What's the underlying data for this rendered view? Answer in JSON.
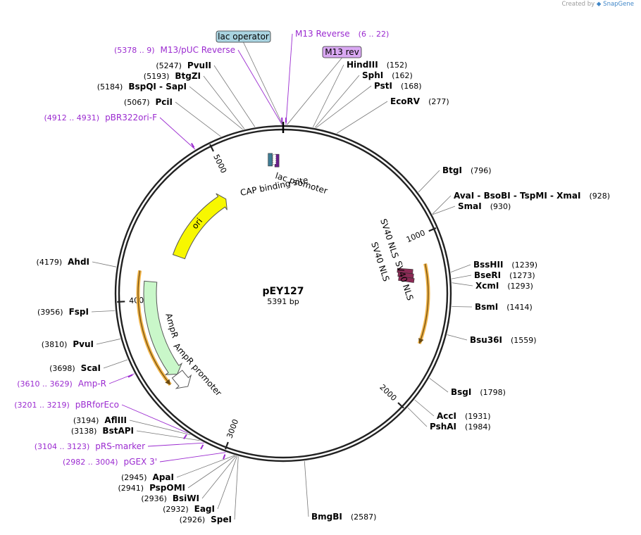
{
  "credit": {
    "prefix": "Created by",
    "brand": "SnapGene"
  },
  "plasmid": {
    "name": "pEY127",
    "size": "5391 bp",
    "length": 5391
  },
  "colors": {
    "primer": "#9b2bd0",
    "ori": "#f7f700",
    "ampr": "#c9f7c9",
    "orf": "#f0b347",
    "nls": "#8b2a55",
    "lac_operator_box": "#a9d3e0",
    "m13rev_box": "#d9a8f2",
    "promoter_box": "#ffffff",
    "cap_box": "#3e7c94",
    "lac_promoter_box": "#6a1f8a"
  },
  "ticks": [
    {
      "label": "1000",
      "bp": 1000
    },
    {
      "label": "2000",
      "bp": 2000
    },
    {
      "label": "3000",
      "bp": 3000
    },
    {
      "label": "4000",
      "bp": 4000
    },
    {
      "label": "5000",
      "bp": 5000
    }
  ],
  "sites_right": [
    {
      "name": "HindIII",
      "pos": "(152)",
      "bp": 152
    },
    {
      "name": "SphI",
      "pos": "(162)",
      "bp": 162
    },
    {
      "name": "PstI",
      "pos": "(168)",
      "bp": 168
    },
    {
      "name": "EcoRV",
      "pos": "(277)",
      "bp": 277
    },
    {
      "name": "BtgI",
      "pos": "(796)",
      "bp": 796
    },
    {
      "name": "AvaI  - BsoBI  - TspMI  - XmaI",
      "pos": "(928)",
      "bp": 928
    },
    {
      "name": "SmaI",
      "pos": "(930)",
      "bp": 930
    },
    {
      "name": "BssHII",
      "pos": "(1239)",
      "bp": 1239
    },
    {
      "name": "BseRI",
      "pos": "(1273)",
      "bp": 1273
    },
    {
      "name": "XcmI",
      "pos": "(1293)",
      "bp": 1293
    },
    {
      "name": "BsmI",
      "pos": "(1414)",
      "bp": 1414
    },
    {
      "name": "Bsu36I",
      "pos": "(1559)",
      "bp": 1559
    },
    {
      "name": "BsgI",
      "pos": "(1798)",
      "bp": 1798
    },
    {
      "name": "AccI",
      "pos": "(1931)",
      "bp": 1931
    },
    {
      "name": "PshAI",
      "pos": "(1984)",
      "bp": 1984
    },
    {
      "name": "BmgBI",
      "pos": "(2587)",
      "bp": 2587
    }
  ],
  "sites_left": [
    {
      "name": "PvuII",
      "pos": "(5247)",
      "bp": 5247
    },
    {
      "name": "BtgZI",
      "pos": "(5193)",
      "bp": 5193
    },
    {
      "name": "BspQI  - SapI",
      "pos": "(5184)",
      "bp": 5184
    },
    {
      "name": "PciI",
      "pos": "(5067)",
      "bp": 5067
    },
    {
      "name": "AhdI",
      "pos": "(4179)",
      "bp": 4179
    },
    {
      "name": "FspI",
      "pos": "(3956)",
      "bp": 3956
    },
    {
      "name": "PvuI",
      "pos": "(3810)",
      "bp": 3810
    },
    {
      "name": "ScaI",
      "pos": "(3698)",
      "bp": 3698
    },
    {
      "name": "AflIII",
      "pos": "(3194)",
      "bp": 3194
    },
    {
      "name": "BstAPI",
      "pos": "(3138)",
      "bp": 3138
    },
    {
      "name": "ApaI",
      "pos": "(2945)",
      "bp": 2945
    },
    {
      "name": "PspOMI",
      "pos": "(2941)",
      "bp": 2941
    },
    {
      "name": "BsiWI",
      "pos": "(2936)",
      "bp": 2936
    },
    {
      "name": "EagI",
      "pos": "(2932)",
      "bp": 2932
    },
    {
      "name": "SpeI",
      "pos": "(2926)",
      "bp": 2926
    }
  ],
  "primers": [
    {
      "name": "M13 Reverse",
      "pos": "(6 .. 22)",
      "bp": 14
    },
    {
      "name": "M13/pUC Reverse",
      "pos": "(5378 .. 9)",
      "bp": 5385
    },
    {
      "name": "pBR322ori-F",
      "pos": "(4912 .. 4931)",
      "bp": 4921
    },
    {
      "name": "Amp-R",
      "pos": "(3610 .. 3629)",
      "bp": 3619
    },
    {
      "name": "pBRforEco",
      "pos": "(3201 .. 3219)",
      "bp": 3210
    },
    {
      "name": "pRS-marker",
      "pos": "(3104 .. 3123)",
      "bp": 3113
    },
    {
      "name": "pGEX 3'",
      "pos": "(2982 .. 3004)",
      "bp": 2993
    }
  ],
  "boxed_labels": [
    {
      "name": "lac operator"
    },
    {
      "name": "M13 rev"
    }
  ],
  "features": [
    {
      "name": "ori",
      "start": 4335,
      "end": 4924,
      "dir": "cw"
    },
    {
      "name": "AmpR",
      "start": 3485,
      "end": 4120,
      "dir": "ccw"
    },
    {
      "name": "AmpR promoter",
      "start": 3380,
      "end": 3485,
      "dir": "ccw"
    },
    {
      "name": "lac promoter",
      "start": 5340,
      "end": 5380,
      "dir": "cw"
    },
    {
      "name": "CAP binding site",
      "start": 5300,
      "end": 5322,
      "dir": "none"
    },
    {
      "name": "SV40 NLS",
      "start": 1185,
      "end": 1205,
      "dir": "cw"
    },
    {
      "name": "SV40 NLS",
      "start": 1212,
      "end": 1232,
      "dir": "cw"
    },
    {
      "name": "SV40 NLS",
      "start": 1239,
      "end": 1259,
      "dir": "cw"
    }
  ],
  "orfs": [
    {
      "start": 1170,
      "end": 1650,
      "dir": "cw"
    },
    {
      "start": 3460,
      "end": 4180,
      "dir": "ccw"
    }
  ]
}
